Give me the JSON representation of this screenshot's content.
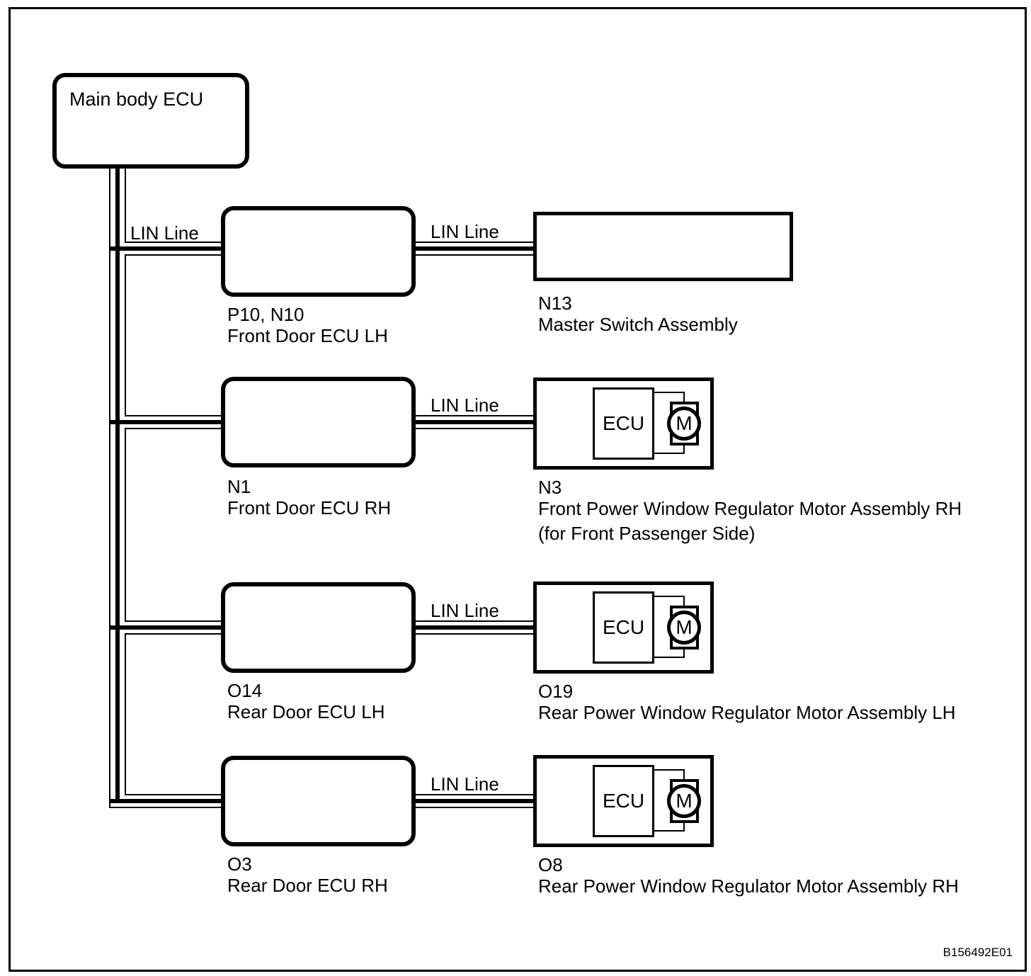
{
  "diagram": {
    "main_ecu_label": "Main body ECU",
    "bus_lin_label": "LIN Line",
    "figure_code": "B156492E01",
    "rows": [
      {
        "lin_label": "LIN Line",
        "left_code": "P10, N10",
        "left_name": "Front Door ECU LH",
        "right_code": "N13",
        "right_name": "Master Switch Assembly"
      },
      {
        "lin_label": "LIN Line",
        "left_code": "N1",
        "left_name": "Front Door ECU RH",
        "right_code": "N3",
        "right_name": "Front Power Window Regulator Motor Assembly RH",
        "right_name2": "(for Front Passenger Side)",
        "ecu_label": "ECU",
        "motor_label": "M"
      },
      {
        "lin_label": "LIN Line",
        "left_code": "O14",
        "left_name": "Rear Door ECU LH",
        "right_code": "O19",
        "right_name": "Rear Power Window Regulator Motor Assembly LH",
        "ecu_label": "ECU",
        "motor_label": "M"
      },
      {
        "lin_label": "LIN Line",
        "left_code": "O3",
        "left_name": "Rear Door ECU RH",
        "right_code": "O8",
        "right_name": "Rear Power Window Regulator Motor Assembly RH",
        "ecu_label": "ECU",
        "motor_label": "M"
      }
    ]
  }
}
